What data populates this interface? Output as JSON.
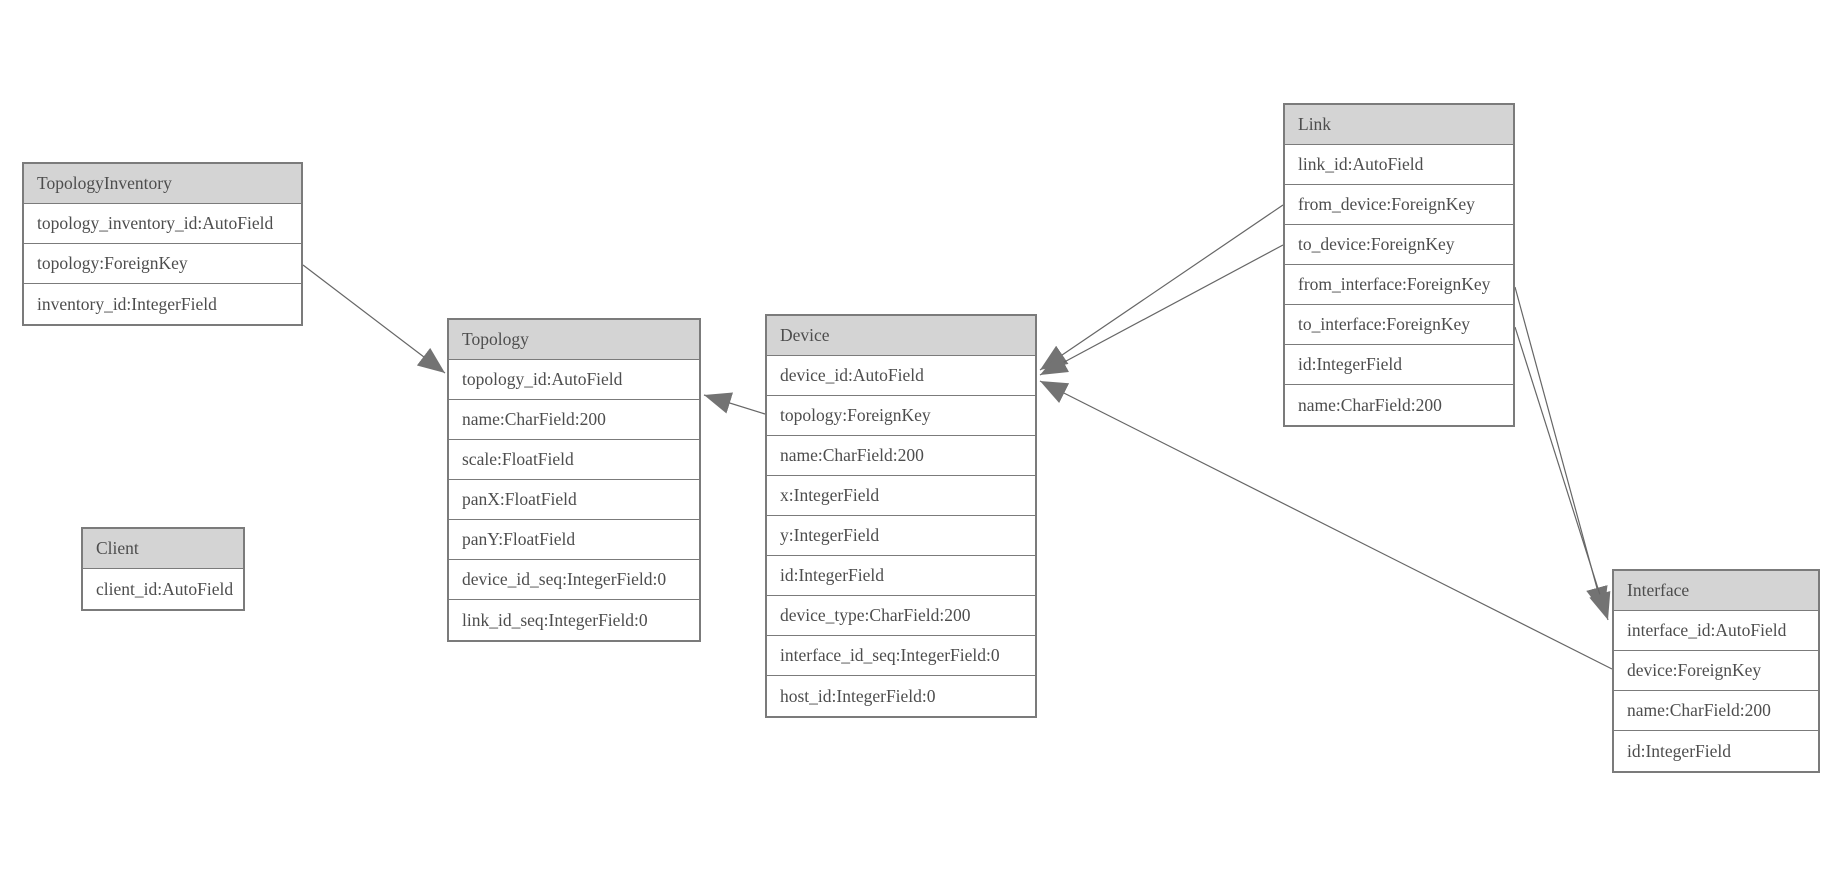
{
  "diagram": {
    "type": "database-model-diagram",
    "colors": {
      "header_fill": "#d4d4d4",
      "border": "#7b7b7b",
      "text": "#4d4d4d",
      "edge_line": "#666666",
      "arrowhead_fill": "#737373",
      "background": "#ffffff"
    },
    "entities": {
      "topology_inventory": {
        "title": "TopologyInventory",
        "fields": [
          "topology_inventory_id:AutoField",
          "topology:ForeignKey",
          "inventory_id:IntegerField"
        ]
      },
      "topology": {
        "title": "Topology",
        "fields": [
          "topology_id:AutoField",
          "name:CharField:200",
          "scale:FloatField",
          "panX:FloatField",
          "panY:FloatField",
          "device_id_seq:IntegerField:0",
          "link_id_seq:IntegerField:0"
        ]
      },
      "client": {
        "title": "Client",
        "fields": [
          "client_id:AutoField"
        ]
      },
      "device": {
        "title": "Device",
        "fields": [
          "device_id:AutoField",
          "topology:ForeignKey",
          "name:CharField:200",
          "x:IntegerField",
          "y:IntegerField",
          "id:IntegerField",
          "device_type:CharField:200",
          "interface_id_seq:IntegerField:0",
          "host_id:IntegerField:0"
        ]
      },
      "link": {
        "title": "Link",
        "fields": [
          "link_id:AutoField",
          "from_device:ForeignKey",
          "to_device:ForeignKey",
          "from_interface:ForeignKey",
          "to_interface:ForeignKey",
          "id:IntegerField",
          "name:CharField:200"
        ]
      },
      "interface": {
        "title": "Interface",
        "fields": [
          "interface_id:AutoField",
          "device:ForeignKey",
          "name:CharField:200",
          "id:IntegerField"
        ]
      }
    },
    "relationships": [
      {
        "from": "TopologyInventory.topology",
        "to": "Topology"
      },
      {
        "from": "Device.topology",
        "to": "Topology"
      },
      {
        "from": "Link.from_device",
        "to": "Device"
      },
      {
        "from": "Link.to_device",
        "to": "Device"
      },
      {
        "from": "Interface.device",
        "to": "Device"
      },
      {
        "from": "Link.from_interface",
        "to": "Interface"
      },
      {
        "from": "Link.to_interface",
        "to": "Interface"
      }
    ]
  }
}
